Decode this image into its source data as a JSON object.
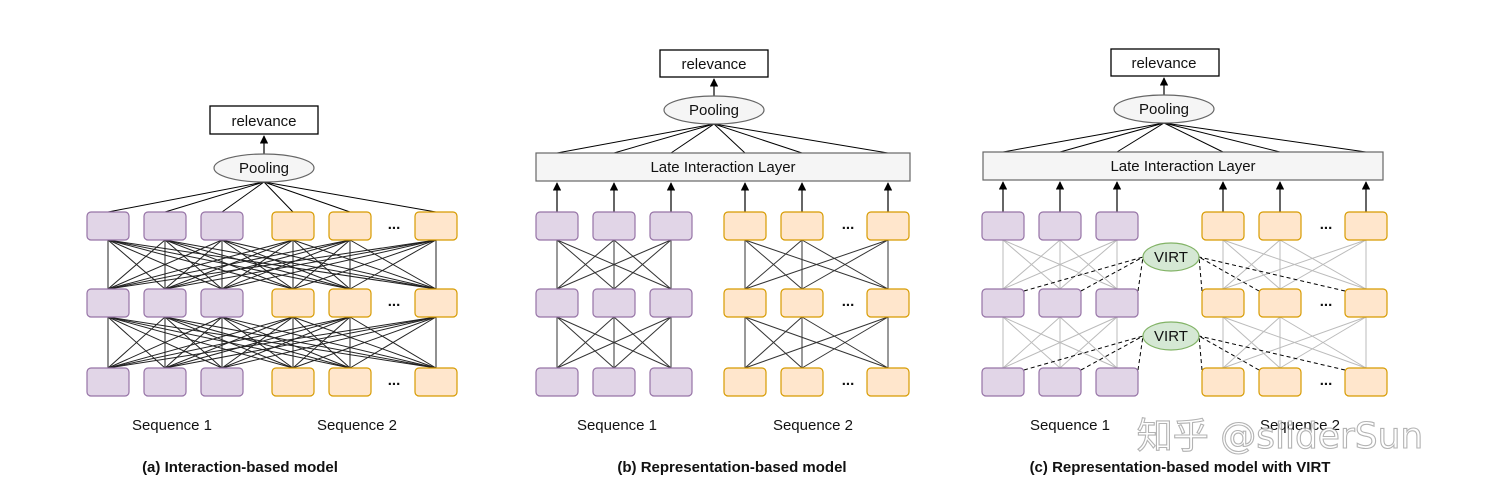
{
  "panels": [
    {
      "caption": "(a) Interaction-based model",
      "output_label": "relevance",
      "pooling_label": "Pooling",
      "sequence1_label": "Sequence 1",
      "sequence2_label": "Sequence 2",
      "ellipsis": "..."
    },
    {
      "caption": "(b) Representation-based model",
      "output_label": "relevance",
      "pooling_label": "Pooling",
      "interaction_layer_label": "Late Interaction Layer",
      "sequence1_label": "Sequence 1",
      "sequence2_label": "Sequence 2",
      "ellipsis": "..."
    },
    {
      "caption": "(c) Representation-based model with VIRT",
      "output_label": "relevance",
      "pooling_label": "Pooling",
      "interaction_layer_label": "Late Interaction Layer",
      "virt_label": "VIRT",
      "sequence1_label": "Sequence 1",
      "sequence2_label": "Sequence 2",
      "ellipsis": "..."
    }
  ],
  "watermark": "知乎 @sliderSun",
  "colors": {
    "sequence1_fill": "#e1d5e7",
    "sequence1_stroke": "#9673a6",
    "sequence2_fill": "#ffe6cc",
    "sequence2_stroke": "#d79b00",
    "virt_fill": "#d5e8d4",
    "virt_stroke": "#82b366",
    "pooling_fill": "#f5f5f5"
  }
}
